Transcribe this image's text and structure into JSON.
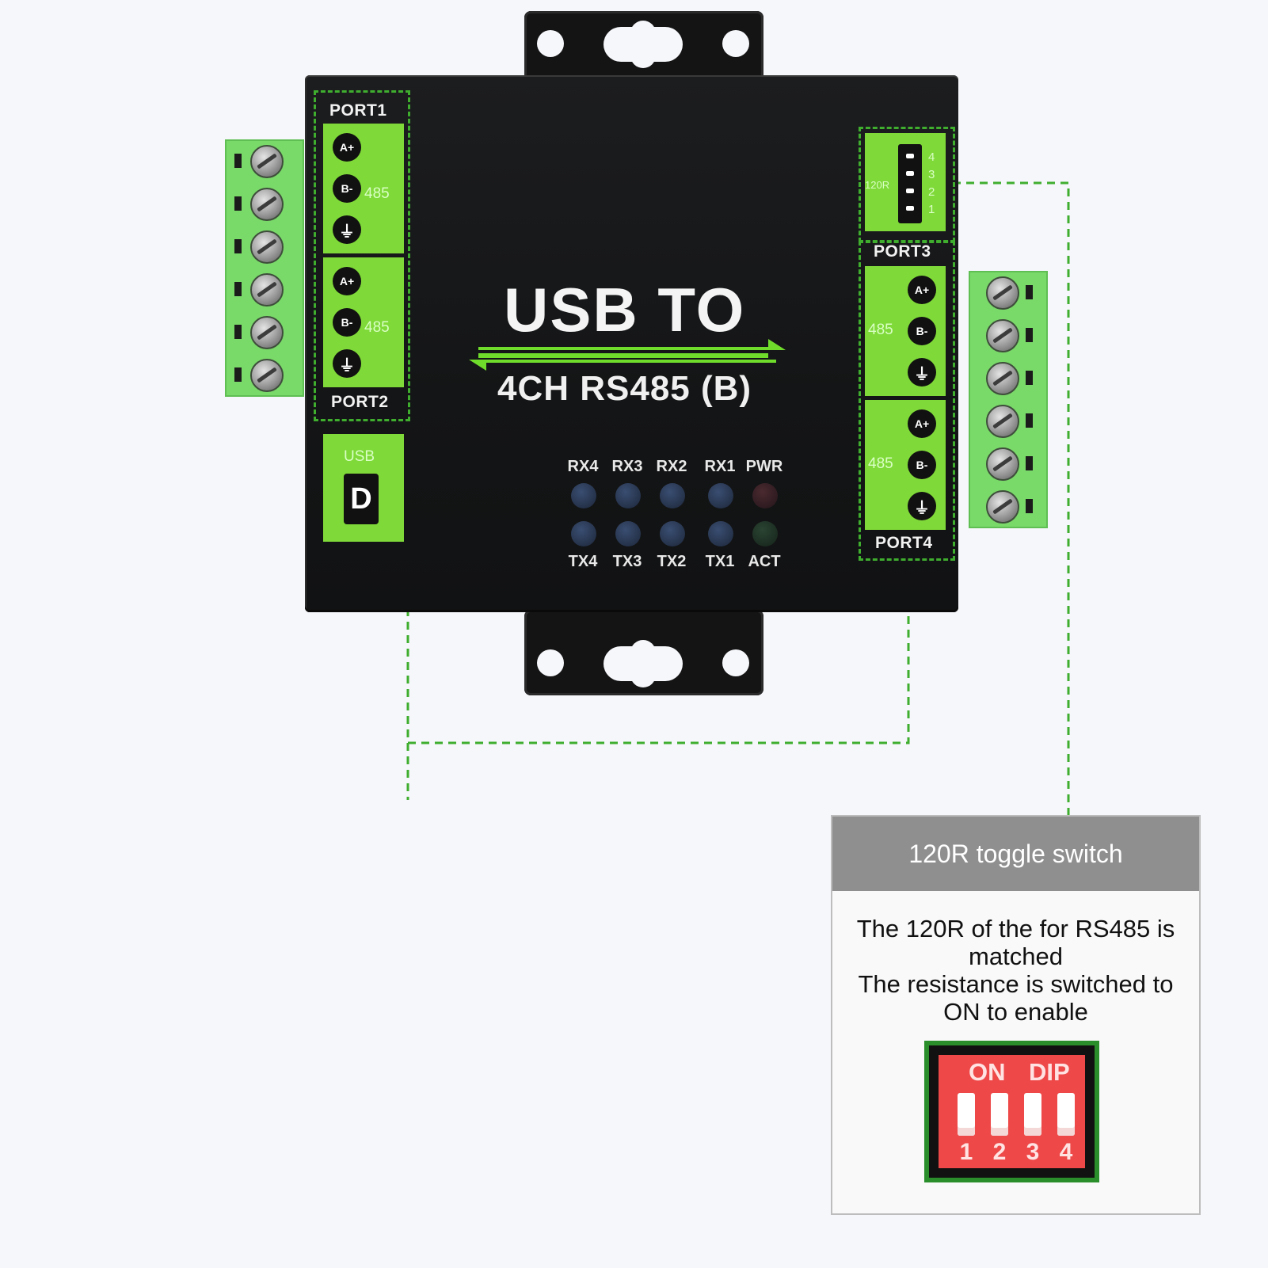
{
  "device": {
    "title_line1": "USB TO",
    "title_line2": "4CH RS485 (B)",
    "ports": {
      "port1": "PORT1",
      "port2": "PORT2",
      "port3": "PORT3",
      "port4": "PORT4"
    },
    "pin_a": "A+",
    "pin_b": "B-",
    "pin_ground": "⏚",
    "label_485": "485",
    "usb_label": "USB",
    "usb_connector": "D",
    "switch_tag": "120R",
    "switch_numbers": [
      "4",
      "3",
      "2",
      "1"
    ],
    "leds": {
      "top": [
        "RX4",
        "RX3",
        "RX2",
        "RX1",
        "PWR"
      ],
      "bottom": [
        "TX4",
        "TX3",
        "TX2",
        "TX1",
        "ACT"
      ]
    },
    "colors": {
      "accent_green": "#7fd938",
      "housing": "#141516",
      "led_blue": "#2a3a5a",
      "led_red": "#3a1f24",
      "led_green": "#1f3326"
    }
  },
  "callout": {
    "header": "120R toggle switch",
    "line1": "The 120R of the for RS485 is",
    "line2": "matched",
    "line3": "The resistance is switched to",
    "line4": "ON to enable"
  },
  "dip_switch": {
    "on_label": "ON",
    "dip_label": "DIP",
    "numbers": [
      "1",
      "2",
      "3",
      "4"
    ],
    "color": "#ee4848"
  }
}
